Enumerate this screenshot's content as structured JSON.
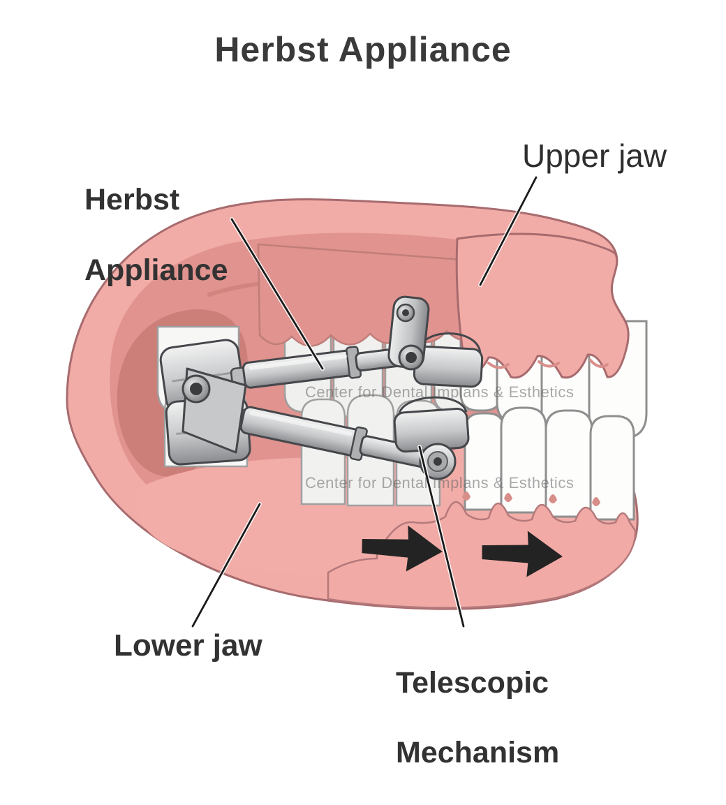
{
  "title": "Herbst Appliance",
  "labels": {
    "herbst_appliance": {
      "line1": "Herbst",
      "line2": "Appliance"
    },
    "upper_jaw": "Upper jaw",
    "lower_jaw": "Lower jaw",
    "telescopic_mechanism": {
      "line1": "Telescopic",
      "line2": "Mechanism"
    }
  },
  "watermark": {
    "text": "Center for Dental Implans & Esthetics"
  },
  "icons": {
    "advancement_arrows": "arrow-right-icon",
    "leader_lines": "leader-line"
  },
  "colors": {
    "background": "#FFFFFF",
    "label_text": "#3A3A3A",
    "gum_outer": "#F2ACA7",
    "gum_inner": "#E0938F",
    "gum_deep": "#CC7E79",
    "gum_shelf": "#F2ADA8",
    "gum_outline": "#A76B6E",
    "tooth_white": "#FDFDFC",
    "tooth_faded": "#F0F0EF",
    "tooth_outline": "#8F8F8F",
    "metal_light": "#F2F2F2",
    "metal_mid": "#C6C8CA",
    "metal_dark": "#8A8C8F",
    "metal_outline": "#45474B",
    "arrow_black": "#232323",
    "leader_line_black": "#1A1A1A",
    "watermark_gray": "#646464"
  }
}
